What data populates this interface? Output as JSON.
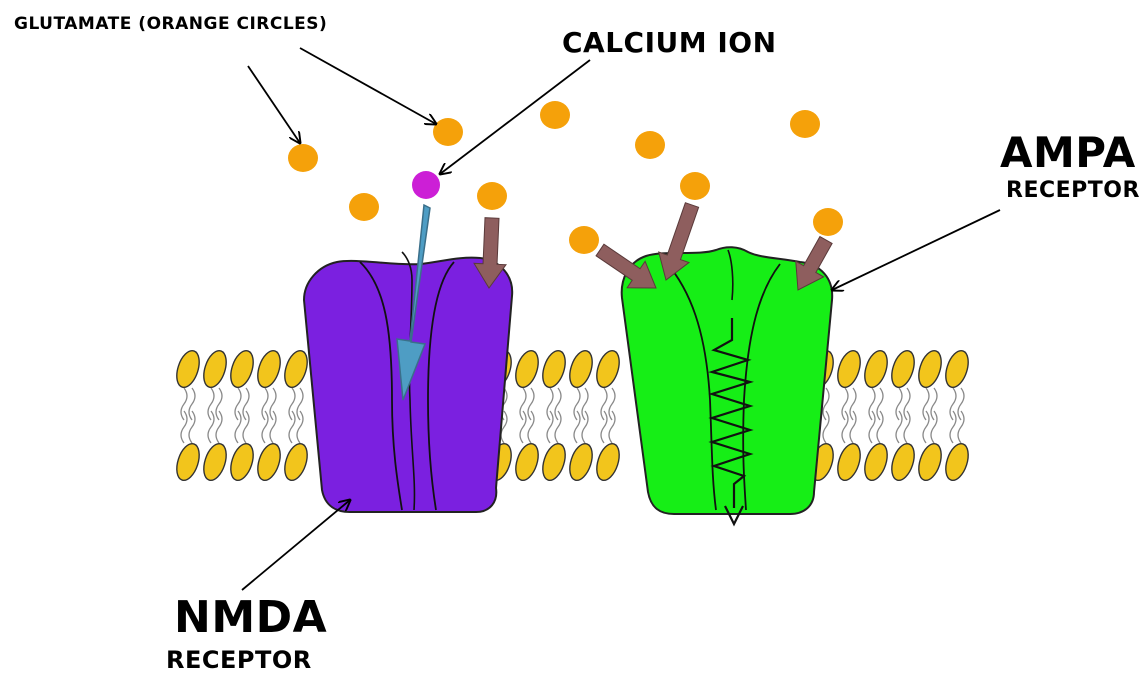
{
  "labels": {
    "glutamate": "GLUTAMATE (ORANGE CIRCLES)",
    "calcium": "CALCIUM ION",
    "ampa_title": "AMPA",
    "ampa_sub": "RECEPTOR",
    "nmda_title": "NMDA",
    "nmda_sub": "RECEPTOR"
  },
  "colors": {
    "glutamate": "#f5a10a",
    "calcium_ion": "#cc1fd6",
    "nmda_receptor": "#7b20e0",
    "ampa_receptor": "#16ee16",
    "phospholipid_head": "#f2c51c",
    "binding_arrow": "#8e5e5e",
    "calcium_arrow": "#4e9dc4"
  }
}
